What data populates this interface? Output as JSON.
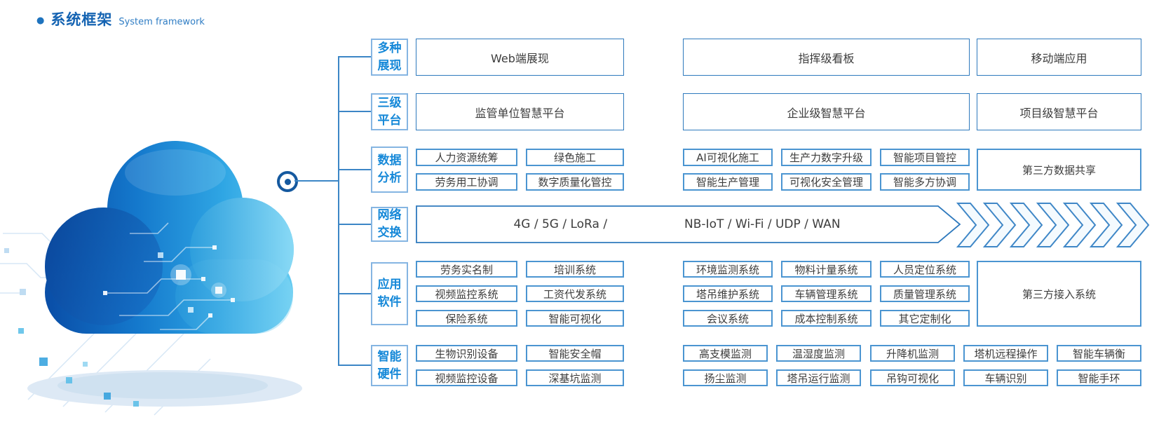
{
  "title": {
    "bullet": "●",
    "zh": "系统框架",
    "en": "System framework"
  },
  "colors": {
    "accent_blue": "#1c78c8",
    "line_blue": "#3c86c6",
    "box_border_blue": "#4b95d1",
    "label_text_blue": "#1588d8",
    "text_dark": "#3d3d3d",
    "cloud_dark_blue": "#0a4fa8",
    "cloud_light_cyan": "#66cdf2"
  },
  "categories": {
    "display": {
      "line1": "多种",
      "line2": "展现"
    },
    "platform": {
      "line1": "三级",
      "line2": "平台"
    },
    "data": {
      "line1": "数据",
      "line2": "分析"
    },
    "network": {
      "line1": "网络",
      "line2": "交换"
    },
    "software": {
      "line1": "应用",
      "line2": "软件"
    },
    "hardware": {
      "line1": "智能",
      "line2": "硬件"
    }
  },
  "display": {
    "boxes": [
      "Web端展现",
      "指挥级看板",
      "移动端应用"
    ]
  },
  "platform": {
    "boxes": [
      "监管单位智慧平台",
      "企业级智慧平台",
      "项目级智慧平台"
    ]
  },
  "data_analysis": {
    "left": [
      [
        "人力资源统筹",
        "绿色施工"
      ],
      [
        "劳务用工协调",
        "数字质量化管控"
      ]
    ],
    "right": [
      [
        "AI可视化施工",
        "生产力数字升级",
        "智能项目管控"
      ],
      [
        "智能生产管理",
        "可视化安全管理",
        "智能多方协调"
      ]
    ],
    "tall": "第三方数据共享"
  },
  "network": {
    "text_left": "4G / 5G / LoRa /",
    "text_right": "NB-IoT / Wi-Fi / UDP / WAN",
    "chevron_count": 7
  },
  "software": {
    "left": [
      [
        "劳务实名制",
        "培训系统"
      ],
      [
        "视频监控系统",
        "工资代发系统"
      ],
      [
        "保险系统",
        "智能可视化"
      ]
    ],
    "right": [
      [
        "环境监测系统",
        "物料计量系统",
        "人员定位系统"
      ],
      [
        "塔吊维护系统",
        "车辆管理系统",
        "质量管理系统"
      ],
      [
        "会议系统",
        "成本控制系统",
        "其它定制化"
      ]
    ],
    "tall": "第三方接入系统"
  },
  "hardware": {
    "left": [
      [
        "生物识别设备",
        "智能安全帽"
      ],
      [
        "视频监控设备",
        "深基坑监测"
      ]
    ],
    "right": [
      [
        "高支模监测",
        "温湿度监测",
        "升降机监测",
        "塔机远程操作",
        "智能车辆衡"
      ],
      [
        "扬尘监测",
        "塔吊运行监测",
        "吊钩可视化",
        "车辆识别",
        "智能手环"
      ]
    ]
  }
}
